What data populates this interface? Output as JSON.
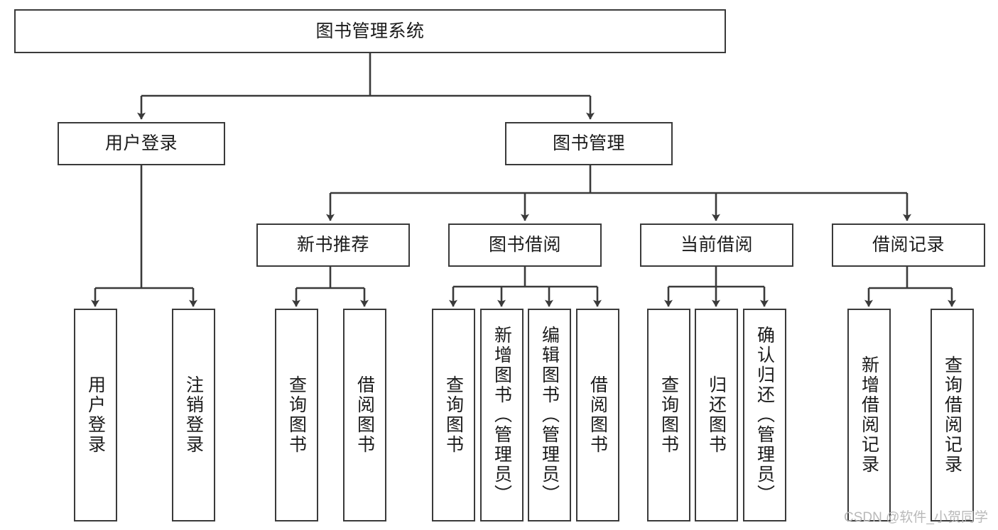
{
  "diagram": {
    "type": "tree-hierarchy-chart",
    "title": "图书管理系统",
    "edge_color": "#3a3a3a",
    "box_border_color": "#3a3a3a",
    "box_fill_color": "#ffffff",
    "text_color": "#1b1b1b"
  },
  "nodes": {
    "root": {
      "label": "图书管理系统"
    },
    "level2": [
      {
        "id": "user-login",
        "label": "用户登录"
      },
      {
        "id": "book-management",
        "label": "图书管理"
      }
    ],
    "level3": [
      {
        "id": "new-book-recommend",
        "label": "新书推荐"
      },
      {
        "id": "book-borrow",
        "label": "图书借阅"
      },
      {
        "id": "current-borrow",
        "label": "当前借阅"
      },
      {
        "id": "borrow-record",
        "label": "借阅记录"
      }
    ],
    "leaves": {
      "user_login": [
        {
          "id": "leaf-user-login",
          "label": "用户登录"
        },
        {
          "id": "leaf-logout-login",
          "label": "注销登录"
        }
      ],
      "new_book_recommend": [
        {
          "id": "leaf-query-book-1",
          "label": "查询图书"
        },
        {
          "id": "leaf-borrow-book-1",
          "label": "借阅图书"
        }
      ],
      "book_borrow": [
        {
          "id": "leaf-query-book-2",
          "label": "查询图书"
        },
        {
          "id": "leaf-add-book",
          "label": "新增图书（管理员）"
        },
        {
          "id": "leaf-edit-book",
          "label": "编辑图书（管理员）"
        },
        {
          "id": "leaf-borrow-book-2",
          "label": "借阅图书"
        }
      ],
      "current_borrow": [
        {
          "id": "leaf-query-book-3",
          "label": "查询图书"
        },
        {
          "id": "leaf-return-book",
          "label": "归还图书"
        },
        {
          "id": "leaf-confirm-return",
          "label": "确认归还（管理员）"
        }
      ],
      "borrow_record": [
        {
          "id": "leaf-add-record",
          "label": "新增借阅记录"
        },
        {
          "id": "leaf-query-record",
          "label": "查询借阅记录"
        }
      ]
    }
  },
  "watermark": {
    "text": "CSDN @软件_小贺同学"
  }
}
